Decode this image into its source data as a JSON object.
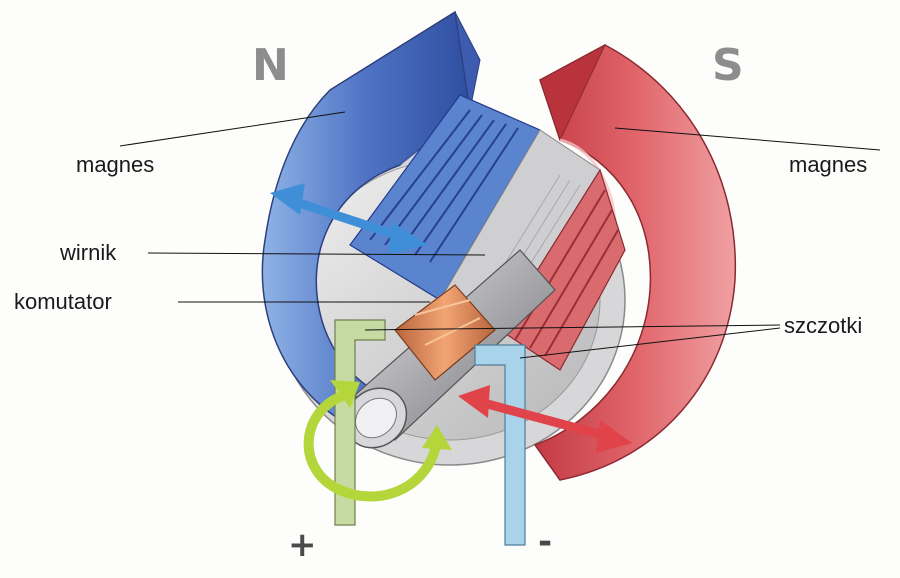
{
  "poles": {
    "north": "N",
    "south": "S"
  },
  "labels": {
    "magnet_left": "magnes",
    "magnet_right": "magnes",
    "rotor": "wirnik",
    "commutator": "komutator",
    "brushes": "szczotki"
  },
  "terminals": {
    "plus": "+",
    "minus": "-"
  },
  "colors": {
    "north_magnet": "#4f73c4",
    "south_magnet": "#d94a4f",
    "force_arrow_left": "#3f8fd8",
    "force_arrow_right": "#e0444a",
    "rotation_arrow": "#b5d63a",
    "terminal_plus": "#c6dba2",
    "terminal_minus": "#a9d3ea",
    "commutator": "#d98a5e"
  }
}
